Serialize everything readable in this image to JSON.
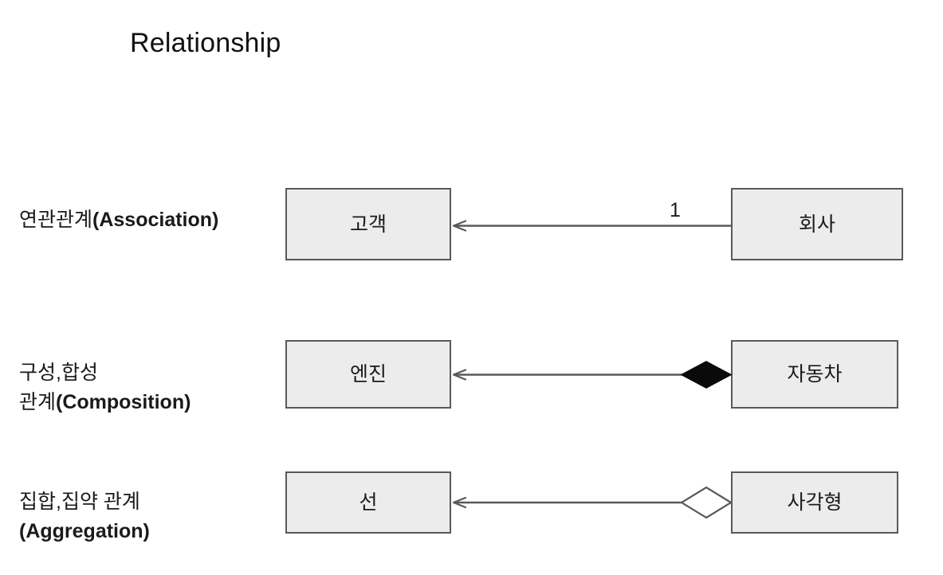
{
  "slide": {
    "title": "Relationship",
    "background_color": "#ffffff"
  },
  "theme": {
    "box_fill": "#ECECEC",
    "box_border": "#595959",
    "line_color": "#595959",
    "diamond_filled": "#000000",
    "diamond_hollow": "#ffffff",
    "text_color": "#1a1a1a"
  },
  "rows": [
    {
      "id": "association",
      "label_ko": "연관관계",
      "label_en": "(Association)",
      "label_line2_ko": "",
      "label_line2_en": "",
      "source_box": "고객",
      "target_box": "회사",
      "multiplicity": "1",
      "end_marker": "open-arrow",
      "arrow_direction": "left"
    },
    {
      "id": "composition",
      "label_ko": "구성,합성",
      "label_en": "",
      "label_line2_ko": "관계",
      "label_line2_en": "(Composition)",
      "source_box": "엔진",
      "target_box": "자동차",
      "multiplicity": "",
      "end_marker": "filled-diamond",
      "arrow_direction": "left"
    },
    {
      "id": "aggregation",
      "label_ko": "집합,집약 관계",
      "label_en": "",
      "label_line2_ko": "",
      "label_line2_en": "(Aggregation)",
      "source_box": "선",
      "target_box": "사각형",
      "multiplicity": "",
      "end_marker": "hollow-diamond",
      "arrow_direction": "left"
    }
  ]
}
